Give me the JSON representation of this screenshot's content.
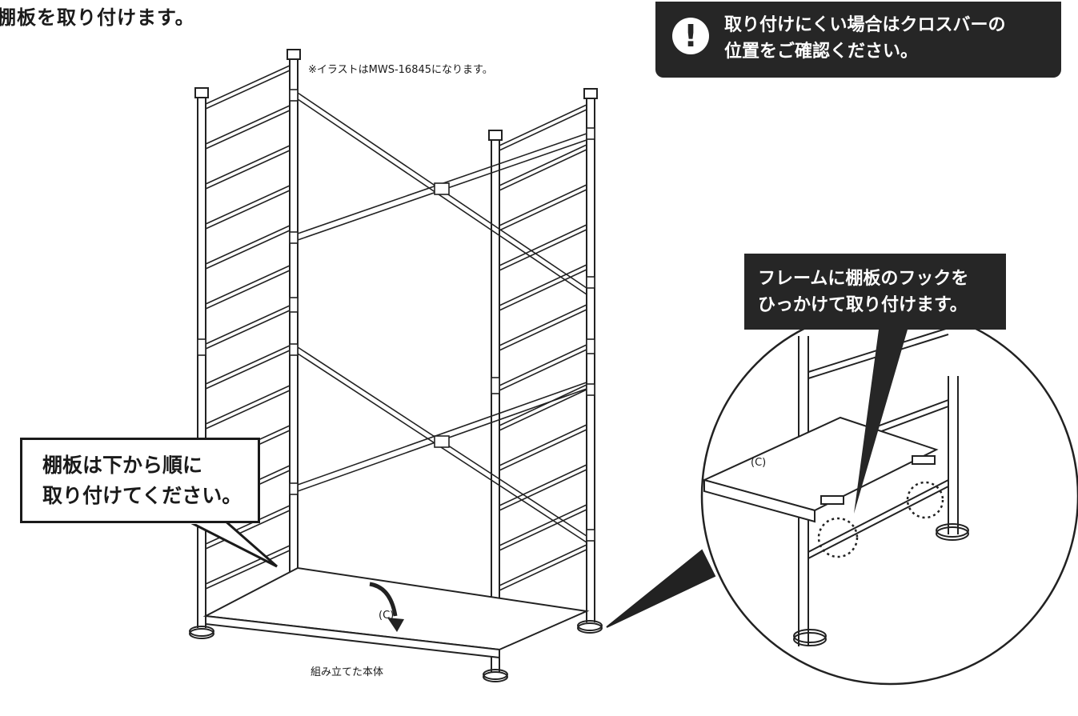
{
  "heading": "棚板を取り付けます。",
  "warning": {
    "icon": "exclamation-icon",
    "icon_glyph": "!",
    "line1": "取り付けにくい場合はクロスバーの",
    "line2": "位置をご確認ください。"
  },
  "note": "※イラストはMWS-16845になります。",
  "caption": "組み立てた本体",
  "part_label_main": "(C)",
  "part_label_detail": "(C)",
  "callout_hook": {
    "line1": "フレームに棚板のフックを",
    "line2": "ひっかけて取り付けます。"
  },
  "callout_order": {
    "line1": "棚板は下から順に",
    "line2": "取り付けてください。"
  }
}
